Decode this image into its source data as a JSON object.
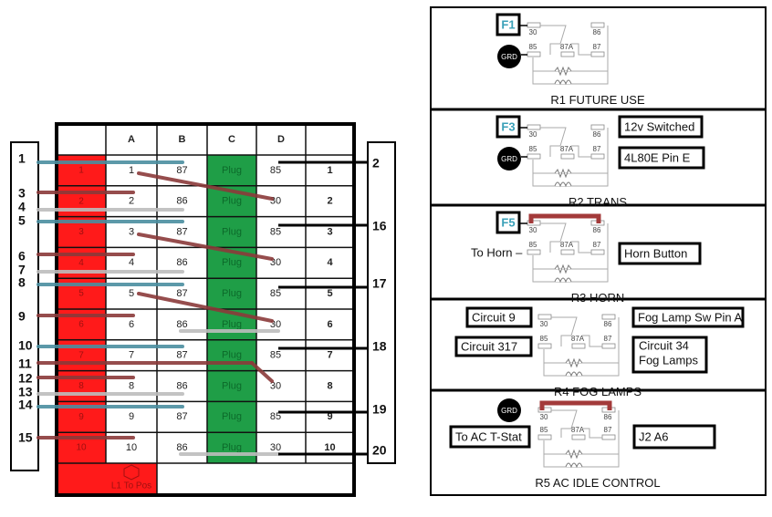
{
  "fuse_block": {
    "column_headers": [
      "",
      "A",
      "B",
      "C",
      "D",
      ""
    ],
    "rows": [
      {
        "red": "1",
        "a": "1",
        "b": "87",
        "c": "Plug",
        "d": "85",
        "e": "1"
      },
      {
        "red": "2",
        "a": "2",
        "b": "86",
        "c": "Plug",
        "d": "30",
        "e": "2"
      },
      {
        "red": "3",
        "a": "3",
        "b": "87",
        "c": "Plug",
        "d": "85",
        "e": "3"
      },
      {
        "red": "4",
        "a": "4",
        "b": "86",
        "c": "Plug",
        "d": "30",
        "e": "4"
      },
      {
        "red": "5",
        "a": "5",
        "b": "87",
        "c": "Plug",
        "d": "85",
        "e": "5"
      },
      {
        "red": "6",
        "a": "6",
        "b": "86",
        "c": "Plug",
        "d": "30",
        "e": "6"
      },
      {
        "red": "7",
        "a": "7",
        "b": "87",
        "c": "Plug",
        "d": "85",
        "e": "7"
      },
      {
        "red": "8",
        "a": "8",
        "b": "86",
        "c": "Plug",
        "d": "30",
        "e": "8"
      },
      {
        "red": "9",
        "a": "9",
        "b": "87",
        "c": "Plug",
        "d": "85",
        "e": "9"
      },
      {
        "red": "10",
        "a": "10",
        "b": "86",
        "c": "Plug",
        "d": "30",
        "e": "10"
      }
    ],
    "footer_label": "L1 To Pos",
    "left_wire_numbers": [
      "1",
      "3",
      "4",
      "5",
      "6",
      "7",
      "8",
      "9",
      "10",
      "11",
      "12",
      "13",
      "14",
      "15"
    ],
    "right_wire_numbers": [
      "2",
      "16",
      "17",
      "18",
      "19",
      "20"
    ],
    "colors": {
      "red_column": "#ff1a1a",
      "plug_column": "#1f9e47",
      "wire_blue": "#4a8ea0",
      "wire_brown": "#8b3a3a",
      "wire_gray": "#bdbdbd",
      "wire_black": "#000000"
    }
  },
  "relays": [
    {
      "title": "R1 FUTURE USE",
      "fuse": "F1",
      "pin30": "GRD_NONE",
      "left_top": "F1",
      "left_bottom": "GRD",
      "right_top": "",
      "right_bottom": "",
      "jumper": false
    },
    {
      "title": "R2 TRANS",
      "fuse": "F3",
      "left_top": "F3",
      "left_bottom": "GRD",
      "right_top": "12v Switched",
      "right_bottom": "4L80E Pin E",
      "jumper": false
    },
    {
      "title": "R3  HORN",
      "fuse": "F5",
      "left_top": "F5",
      "left_bottom": "To Horn",
      "right_top": "",
      "right_bottom": "Horn Button",
      "jumper": true
    },
    {
      "title": "R4 FOG LAMPS",
      "fuse": "",
      "left_top": "Circuit 9",
      "left_bottom": "Circuit 317",
      "right_top": "Fog Lamp Sw Pin A",
      "right_bottom_line1": "Circuit 34",
      "right_bottom_line2": "Fog Lamps",
      "jumper": false
    },
    {
      "title": "R5 AC IDLE CONTROL",
      "fuse": "",
      "left_top": "GRD",
      "left_bottom": "To AC T-Stat",
      "right_top": "",
      "right_bottom": "J2 A6",
      "jumper": true
    }
  ],
  "pins": {
    "p30": "30",
    "p85": "85",
    "p86": "86",
    "p87": "87",
    "p87a": "87A"
  },
  "grd_label": "GRD"
}
